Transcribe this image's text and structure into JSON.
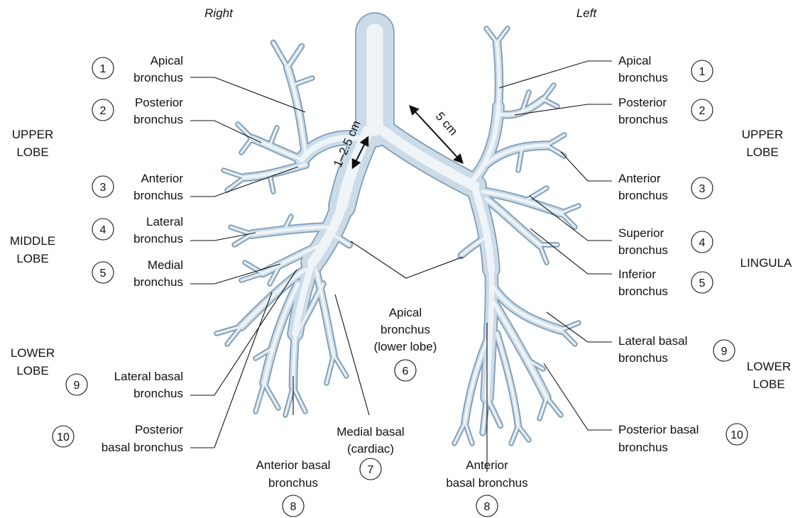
{
  "sides": {
    "right": "Right",
    "left": "Left"
  },
  "lobes": {
    "right_upper": [
      "UPPER",
      "LOBE"
    ],
    "right_middle": [
      "MIDDLE",
      "LOBE"
    ],
    "right_lower": [
      "LOWER",
      "LOBE"
    ],
    "left_upper": [
      "UPPER",
      "LOBE"
    ],
    "left_lingula": [
      "LINGULA"
    ],
    "left_lower": [
      "LOWER",
      "LOBE"
    ]
  },
  "measurements": {
    "left_main": "5 cm",
    "right_main": "1–2.5 cm"
  },
  "right_labels": [
    {
      "id": "r-apical",
      "num": "1",
      "lines": [
        "Apical",
        "bronchus"
      ]
    },
    {
      "id": "r-posterior",
      "num": "2",
      "lines": [
        "Posterior",
        "bronchus"
      ]
    },
    {
      "id": "r-anterior",
      "num": "3",
      "lines": [
        "Anterior",
        "bronchus"
      ]
    },
    {
      "id": "r-lateral",
      "num": "4",
      "lines": [
        "Lateral",
        "bronchus"
      ]
    },
    {
      "id": "r-medial",
      "num": "5",
      "lines": [
        "Medial",
        "bronchus"
      ]
    },
    {
      "id": "r-lateral-basal",
      "num": "9",
      "lines": [
        "Lateral basal",
        "bronchus"
      ]
    },
    {
      "id": "r-posterior-basal",
      "num": "10",
      "lines": [
        "Posterior",
        "basal bronchus"
      ]
    }
  ],
  "left_labels": [
    {
      "id": "l-apical",
      "num": "1",
      "lines": [
        "Apical",
        "bronchus"
      ]
    },
    {
      "id": "l-posterior",
      "num": "2",
      "lines": [
        "Posterior",
        "bronchus"
      ]
    },
    {
      "id": "l-anterior",
      "num": "3",
      "lines": [
        "Anterior",
        "bronchus"
      ]
    },
    {
      "id": "l-superior",
      "num": "4",
      "lines": [
        "Superior",
        "bronchus"
      ]
    },
    {
      "id": "l-inferior",
      "num": "5",
      "lines": [
        "Inferior",
        "bronchus"
      ]
    },
    {
      "id": "l-lateral-basal",
      "num": "9",
      "lines": [
        "Lateral basal",
        "bronchus"
      ]
    },
    {
      "id": "l-posterior-basal",
      "num": "10",
      "lines": [
        "Posterior basal",
        "bronchus"
      ]
    }
  ],
  "center_labels": [
    {
      "id": "apical-lower",
      "num": "6",
      "lines": [
        "Apical",
        "bronchus",
        "(lower lobe)"
      ]
    },
    {
      "id": "medial-basal",
      "num": "7",
      "lines": [
        "Medial basal",
        "(cardiac)"
      ]
    },
    {
      "id": "r-anterior-basal",
      "num": "8",
      "lines": [
        "Anterior basal",
        "bronchus"
      ]
    },
    {
      "id": "l-anterior-basal",
      "num": "8",
      "lines": [
        "Anterior",
        "basal bronchus"
      ]
    }
  ],
  "colors": {
    "bronchus_fill": "#cbdbe8",
    "bronchus_edge": "#7f9cb4",
    "highlight": "#eef4f8",
    "ink": "#111111"
  }
}
